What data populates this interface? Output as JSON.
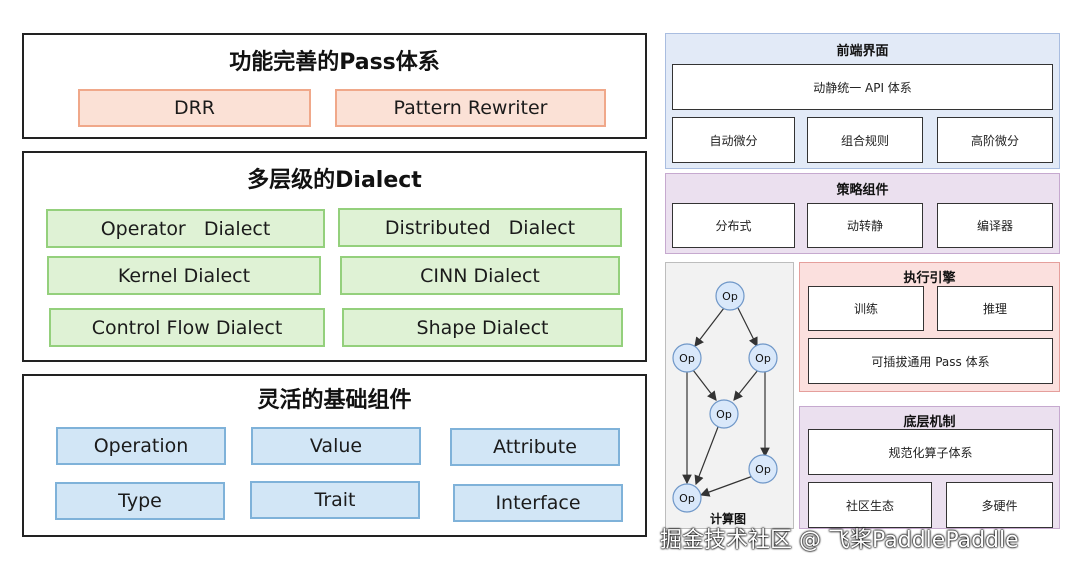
{
  "left": {
    "panel1": {
      "title": "功能完善的Pass体系",
      "items": [
        "DRR",
        "Pattern Rewriter"
      ]
    },
    "panel2": {
      "title": "多层级的Dialect",
      "items": [
        "Operator   Dialect",
        "Distributed   Dialect",
        "Kernel Dialect",
        "CINN Dialect",
        "Control Flow Dialect",
        "Shape Dialect"
      ]
    },
    "panel3": {
      "title": "灵活的基础组件",
      "items": [
        "Operation",
        "Value",
        "Attribute",
        "Type",
        "Trait",
        "Interface"
      ]
    }
  },
  "right": {
    "frontend": {
      "title": "前端界面",
      "api": "动静统一 API 体系",
      "items": [
        "自动微分",
        "组合规则",
        "高阶微分"
      ]
    },
    "strategy": {
      "title": "策略组件",
      "items": [
        "分布式",
        "动转静",
        "编译器"
      ]
    },
    "graph": {
      "label": "计算图",
      "node_label": "Op"
    },
    "engine": {
      "title": "执行引擎",
      "items": [
        "训练",
        "推理"
      ],
      "pass": "可插拔通用 Pass 体系"
    },
    "base": {
      "title": "底层机制",
      "ops": "规范化算子体系",
      "items": [
        "社区生态",
        "多硬件"
      ]
    }
  },
  "watermark": "掘金技术社区 @ 飞桨PaddlePaddle",
  "colors": {
    "orange_fill": "#fbe1d6",
    "green_fill": "#dff2d5",
    "blue_fill": "#d2e6f6",
    "frontend_bg": "#e2eaf7",
    "strategy_bg": "#ebe0ef",
    "engine_bg": "#fbe0de",
    "graph_bg": "#f2f2f2",
    "node_fill": "#d9e8fa"
  }
}
